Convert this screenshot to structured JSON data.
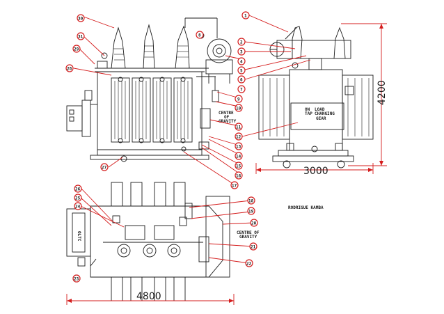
{
  "drawing": {
    "dimensions": {
      "overall_height": "4200",
      "side_width": "3000",
      "plan_length": "4800"
    },
    "notes": {
      "centre_of_gravity_front": [
        "CENTRE",
        "OF",
        "GRAVITY"
      ],
      "centre_of_gravity_plan": [
        "CENTRE OF",
        "GRAVITY"
      ],
      "oltc_tank_label": [
        "ON",
        "LOAD",
        "TAP",
        "CHANGING",
        "GEAR"
      ],
      "oltc_plan_label": "OLTC",
      "attribution": "RODRIGUE KAMBA"
    },
    "balloons": [
      "1",
      "2",
      "3",
      "4",
      "5",
      "6",
      "7",
      "8",
      "9",
      "10",
      "11",
      "12",
      "13",
      "14",
      "15",
      "16",
      "17",
      "18",
      "19",
      "20",
      "21",
      "22",
      "23",
      "24",
      "25",
      "26",
      "27",
      "28",
      "29",
      "30",
      "31"
    ]
  }
}
